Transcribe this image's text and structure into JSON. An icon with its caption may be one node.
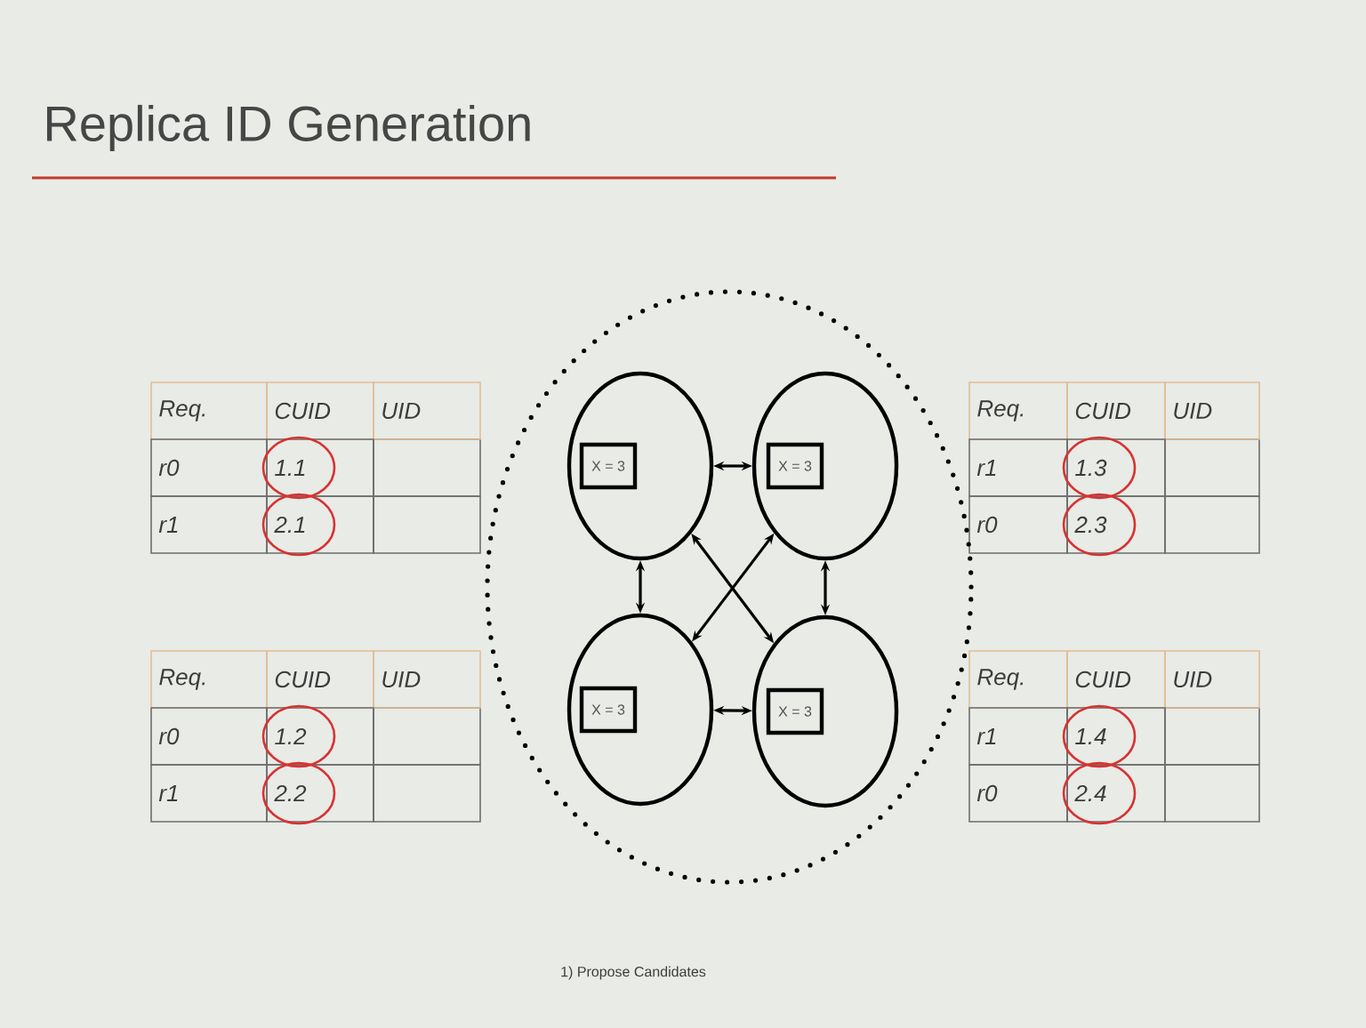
{
  "diagram": {
    "title": "Replica ID Generation",
    "caption": "1) Propose Candidates",
    "nodes": [
      {
        "text": [],
        "shape": "circle"
      },
      {
        "text": [],
        "shape": "circle",
        "in": 0
      },
      {
        "text": [
          "X = 3"
        ],
        "in": 1
      },
      {
        "text": [],
        "shape": "circle",
        "in": 0
      },
      {
        "text": [
          "X = 3"
        ],
        "in": 3
      },
      {
        "text": [],
        "shape": "circle",
        "in": 0
      },
      {
        "text": [
          "X = 3"
        ],
        "in": 5
      },
      {
        "text": [],
        "shape": "circle",
        "in": 0
      },
      {
        "text": [
          "X = 3"
        ],
        "in": 7
      }
    ],
    "edges": [
      {
        "from": 1,
        "to": 3,
        "arrow": "both"
      },
      {
        "from": 1,
        "to": 5,
        "arrow": "both"
      },
      {
        "from": 3,
        "to": 7,
        "arrow": "both"
      },
      {
        "from": 1,
        "to": 7,
        "arrow": "both"
      },
      {
        "from": 3,
        "to": 5,
        "arrow": "both"
      },
      {
        "from": 5,
        "to": 7,
        "arrow": "both"
      }
    ],
    "labels": [
      "Req.",
      "CUID",
      "UID",
      "r0",
      "1.1",
      "r1",
      "2.1",
      "Req.",
      "CUID",
      "UID",
      "r0",
      "1.2",
      "r1",
      "2.2",
      "Req.",
      "CUID",
      "UID",
      "r1",
      "1.3",
      "r0",
      "2.3",
      "Req.",
      "CUID",
      "UID",
      "r1",
      "1.4",
      "r0",
      "2.4"
    ]
  }
}
